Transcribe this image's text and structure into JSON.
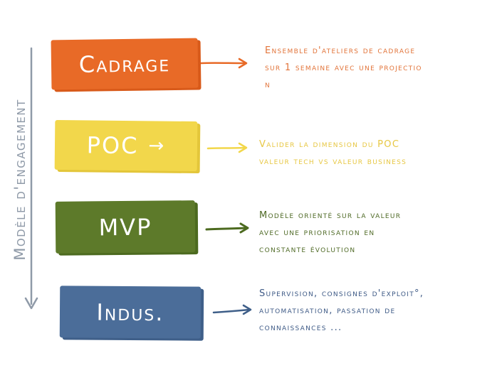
{
  "diagram": {
    "side_title": "Modèle d'engagement",
    "stages": [
      {
        "id": "cadrage",
        "label": "Cadrage",
        "color": "#e86a27",
        "description": [
          "Ensemble d'ateliers de cadrage",
          "sur 1 semaine avec une projectio",
          "n"
        ]
      },
      {
        "id": "poc",
        "label": "POC",
        "color": "#f2d74b",
        "description": [
          "Valider la dimension du POC",
          "valeur tech vs valeur business"
        ]
      },
      {
        "id": "mvp",
        "label": "MVP",
        "color": "#5d7a2a",
        "description": [
          "Modèle orienté sur la valeur",
          "avec une priorisation en",
          "constante évolution"
        ]
      },
      {
        "id": "indus",
        "label": "Indus.",
        "color": "#4b6d99",
        "description": [
          "Supervision, consignes d'exploit°,",
          "automatisation, passation de",
          "connaissances ..."
        ]
      }
    ],
    "colors": {
      "timeline": "#8f9aa8"
    }
  }
}
